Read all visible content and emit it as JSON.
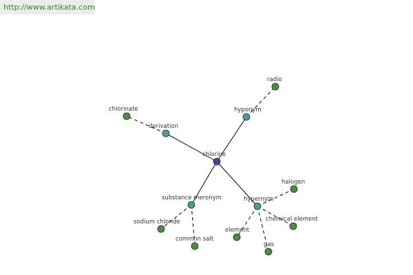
{
  "site": {
    "link_text": "http://www.artikata.com"
  },
  "colors": {
    "center": "#3f4a8e",
    "relation": "#4f9a9a",
    "word": "#4e8a48"
  },
  "graph": {
    "center": {
      "id": "chlorine",
      "label": "chlorine"
    },
    "relations": [
      {
        "id": "derivation",
        "label": "derivation",
        "words": [
          {
            "id": "chlorinate",
            "label": "chlorinate"
          }
        ]
      },
      {
        "id": "hyponym",
        "label": "hyponym",
        "words": [
          {
            "id": "radio",
            "label": "radio"
          }
        ]
      },
      {
        "id": "substance-meronym",
        "label": "substance meronym",
        "words": [
          {
            "id": "sodium-chloride",
            "label": "sodium chloride"
          },
          {
            "id": "common-salt",
            "label": "common salt"
          }
        ]
      },
      {
        "id": "hypernym",
        "label": "hypernym",
        "words": [
          {
            "id": "halogen",
            "label": "halogen"
          },
          {
            "id": "chemical-element",
            "label": "chemical element"
          },
          {
            "id": "element",
            "label": "element"
          },
          {
            "id": "gas",
            "label": "gas"
          }
        ]
      }
    ]
  }
}
